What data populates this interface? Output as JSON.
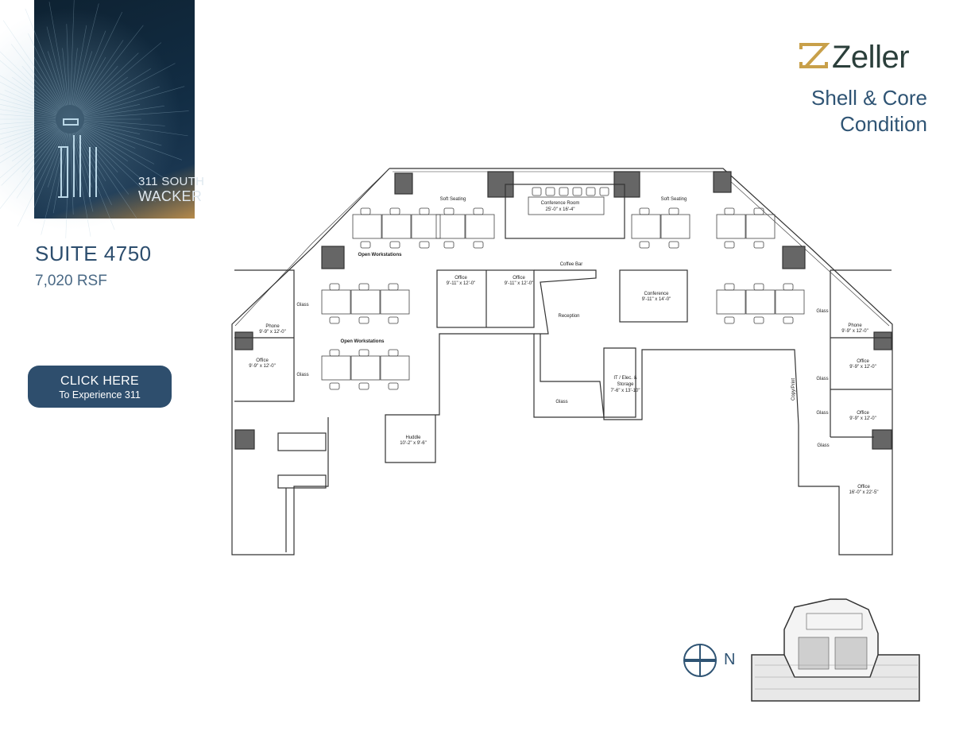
{
  "building": {
    "name_line1": "311 SOUTH",
    "name_line2": "WACKER"
  },
  "suite": {
    "title": "SUITE 4750",
    "area": "7,020 RSF"
  },
  "cta": {
    "line1": "CLICK HERE",
    "line2": "To Experience 311"
  },
  "brand": {
    "logo_text": "Zeller",
    "condition_line1": "Shell & Core",
    "condition_line2": "Condition",
    "accent_color": "#c8a04a",
    "text_color": "#2f5474"
  },
  "plan_labels": {
    "soft_seating_left": "Soft Seating",
    "soft_seating_right": "Soft Seating",
    "conference_room": "Conference Room",
    "conference_room_size": "25'-0\" x 16'-4\"",
    "open_workstations_top": "Open Workstations",
    "open_workstations_mid": "Open Workstations",
    "coffee_bar": "Coffee Bar",
    "reception": "Reception",
    "office_a": "Office",
    "office_a_size": "9'-11\" x 12'-0\"",
    "office_b": "Office",
    "office_b_size": "9'-11\" x 12'-0\"",
    "conference_small": "Conference",
    "conference_small_size": "9'-11\" x 14'-0\"",
    "phone_left": "Phone",
    "phone_left_size": "9'-9\" x 12'-0\"",
    "office_left": "Office",
    "office_left_size": "9'-9\" x 12'-0\"",
    "glass_l1": "Glass",
    "glass_l2": "Glass",
    "huddle": "Huddle",
    "huddle_size": "10'-2\" x 9'-6\"",
    "it_storage_1": "IT / Elec. &",
    "it_storage_2": "Storage",
    "it_storage_size": "7'-6\" x 13'-10\"",
    "glass_mid": "Glass",
    "copy_print": "Copy/Print",
    "phone_right": "Phone",
    "phone_right_size": "9'-9\" x 12'-0\"",
    "office_r1": "Office",
    "office_r1_size": "9'-9\" x 12'-0\"",
    "office_r2": "Office",
    "office_r2_size": "9'-9\" x 12'-0\"",
    "glass_r1": "Glass",
    "glass_r2": "Glass",
    "glass_r3": "Glass",
    "glass_r4": "Glass",
    "office_corner": "Office",
    "office_corner_size": "16'-0\" x 22'-5\""
  },
  "compass": {
    "label": "N"
  }
}
